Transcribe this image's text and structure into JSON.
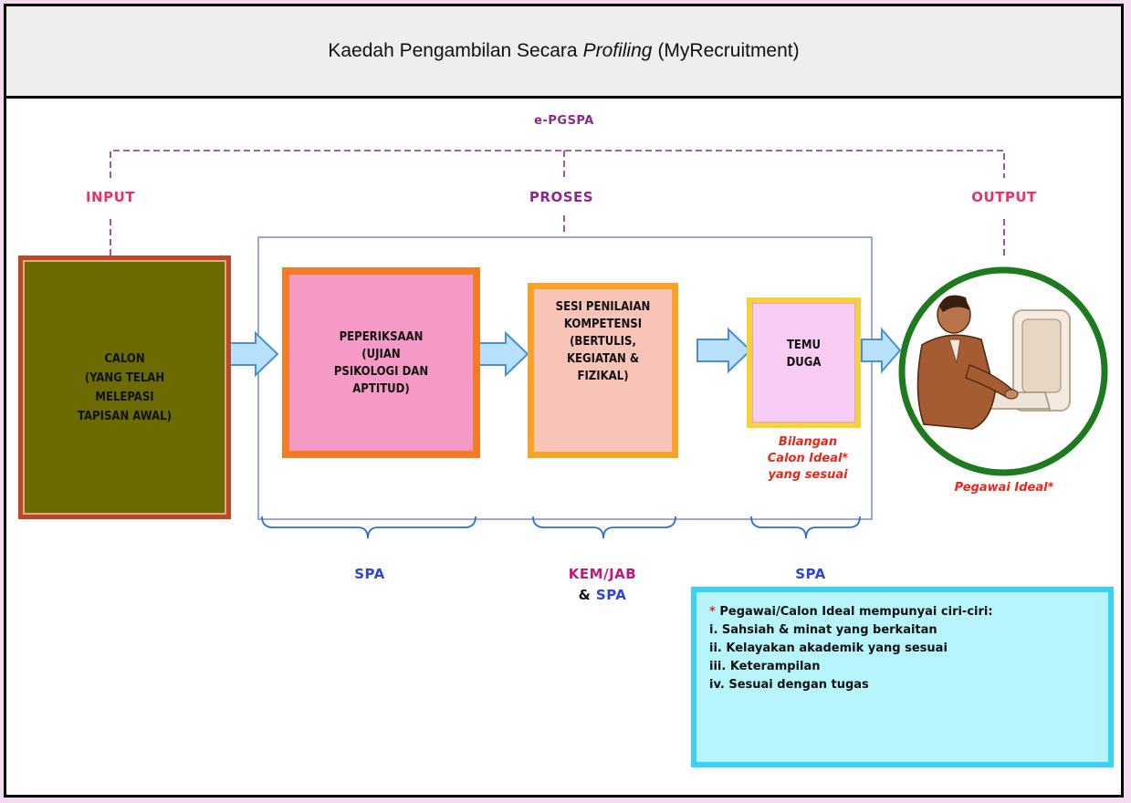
{
  "title": {
    "before": "Kaedah Pengambilan Secara",
    "italic": "Profiling",
    "after": "(MyRecruitment)"
  },
  "top_label": "e-PGSPA",
  "stage_labels": {
    "input": "INPUT",
    "proses": "PROSES",
    "output": "OUTPUT"
  },
  "boxes": {
    "calon": "CALON\n(YANG TELAH\nMELEPASI\nTAPISAN AWAL)",
    "peperiksaan": "PEPERIKSAAN\n(UJIAN\nPSIKOLOGI DAN\nAPTITUD)",
    "sesi": "SESI PENILAIAN\nKOMPETENSI\n(BERTULIS,\nKEGIATAN &\nFIZIKAL)",
    "temu": "TEMU\nDUGA"
  },
  "bilangan_note": "Bilangan\nCalon Ideal*\nyang sesuai",
  "pegawai_label": "Pegawai Ideal*",
  "braces": {
    "spa_1": "SPA",
    "kem_jab": "KEM/JAB",
    "amp": "&",
    "spa_2": "SPA",
    "spa_3": "SPA"
  },
  "note": {
    "star": "*",
    "heading": "Pegawai/Calon Ideal mempunyai ciri-ciri:",
    "items": [
      "i.  Sahsiah & minat yang berkaitan",
      "ii.  Kelayakan akademik yang sesuai",
      "iii. Keterampilan",
      "iv. Sesuai dengan tugas"
    ]
  },
  "colors": {
    "dashed_line": "#8a2a8e",
    "input_output_label": "#e8326a",
    "proses_label": "#8a2a8e",
    "spa_label": "#2c44d8",
    "kem_label": "#c2187a",
    "calon_fill": "#6b6b02",
    "calon_border": "#b84a2a",
    "peperiksaan_fill": "#f59ac7",
    "peperiksaan_border": "#f77a24",
    "sesi_fill": "#f8c4b8",
    "sesi_border": "#f7a328",
    "temu_fill": "#f9cdf3",
    "temu_border": "#f5d23a",
    "circle_border": "#1e7a1e",
    "arrow_fill": "#b8e2fb",
    "arrow_stroke": "#4a8fd6"
  },
  "icons": {
    "pegawai": "man-at-computer-icon"
  }
}
